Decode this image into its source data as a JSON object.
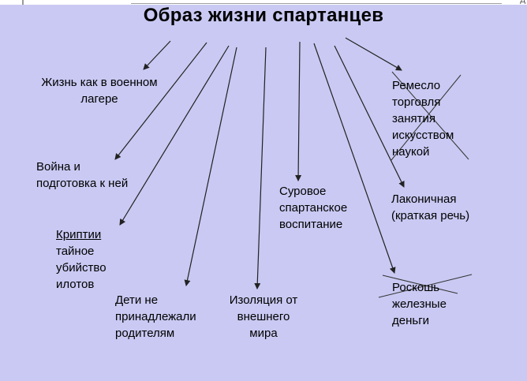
{
  "top_corner_glyph": "Д",
  "title": "Образ жизни спартанцев",
  "items": {
    "military_camp": [
      "Жизнь как в военном",
      "лагере"
    ],
    "war": [
      "Война и",
      "подготовка к ней"
    ],
    "krypteia": {
      "heading": "Криптии",
      "lines": [
        "тайное",
        "убийство",
        "илотов"
      ]
    },
    "children": [
      "Дети не",
      "принадлежали",
      "родителям"
    ],
    "isolation": [
      "Изоляция от",
      "внешнего",
      "мира"
    ],
    "upbringing": [
      "Суровое",
      "спартанское",
      "воспитание"
    ],
    "crafts": [
      "Ремесло",
      "торговля",
      "занятия",
      "искусством",
      "наукой"
    ],
    "laconic": [
      "Лаконичная",
      "(краткая речь)"
    ],
    "luxury": [
      "Роскошь",
      "железные",
      "деньги"
    ]
  }
}
